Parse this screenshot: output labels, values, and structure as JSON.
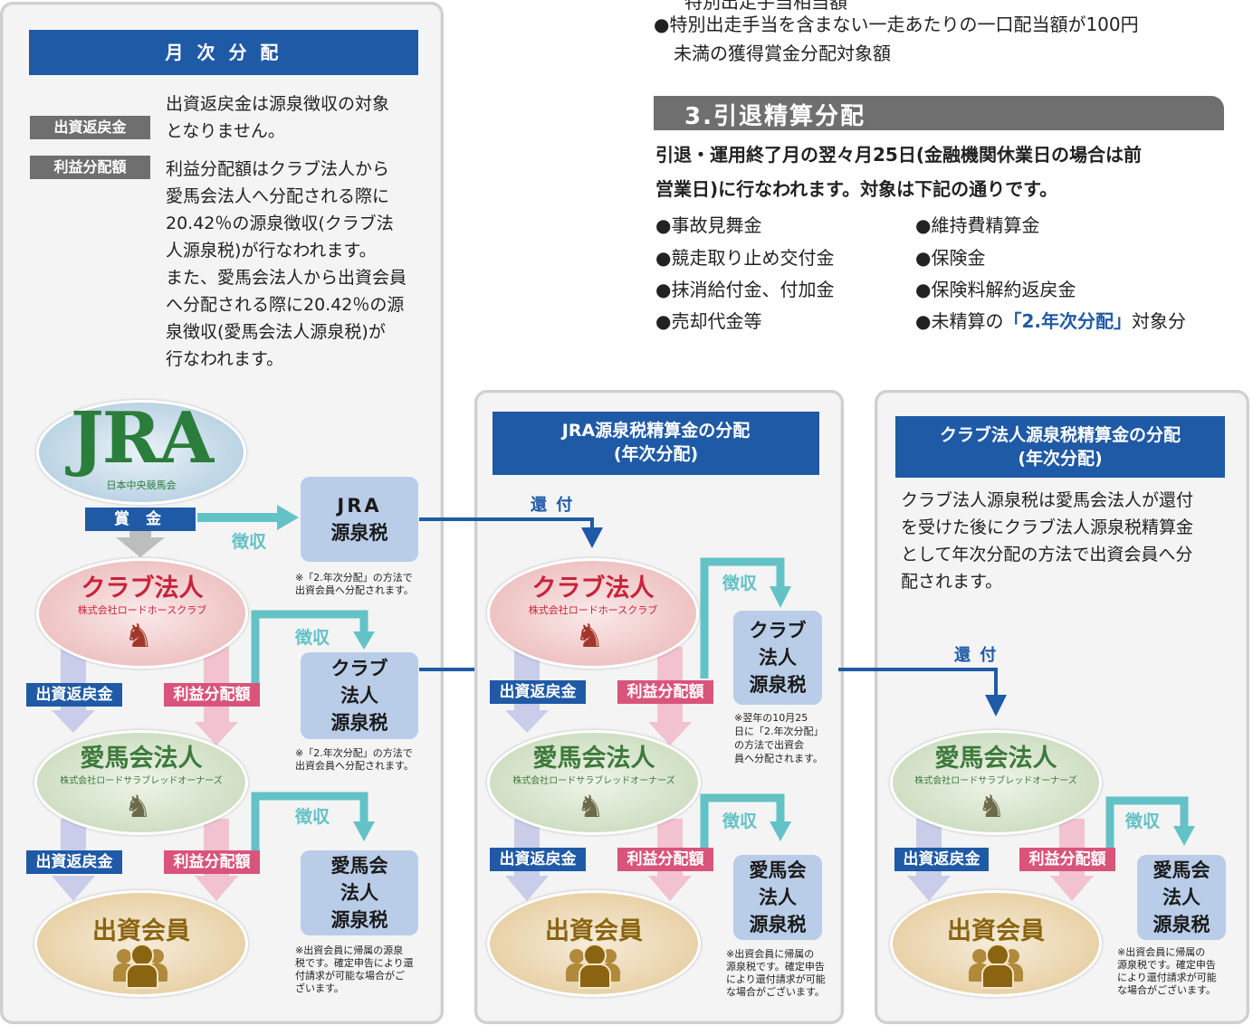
{
  "top_right": {
    "cut_line": "　特別出走手当相当額",
    "bullet1_line1": "●特別出走手当を含まない一走あたりの一口配当額が100円",
    "bullet1_line2": "未満の獲得賞金分配対象額",
    "section_title": "3.引退精算分配",
    "lead_line1": "引退・運用終了月の翌々月25日(金融機関休業日の場合は前",
    "lead_line2": "営業日)に行なわれます。対象は下記の通りです。",
    "items_left": [
      "●事故見舞金",
      "●競走取り止め交付金",
      "●抹消給付金、付加金",
      "●売却代金等"
    ],
    "items_right": [
      "●維持費精算金",
      "●保険金",
      "●保険料解約返戻金"
    ],
    "last_item_prefix": "●未精算の",
    "last_item_highlight": "「2.年次分配」",
    "last_item_suffix": "対象分"
  },
  "panel1": {
    "header": "月 次 分 配",
    "tag1": "出資返戻金",
    "text1": [
      "出資返戻金は源泉徴収の対象",
      "となりません。"
    ],
    "tag2": "利益分配額",
    "text2": [
      "利益分配額はクラブ法人から",
      "愛馬会法人へ分配される際に",
      "20.42％の源泉徴収(クラブ法",
      "人源泉税)が行なわれます。",
      "また、愛馬会法人から出資会員",
      "へ分配される際に20.42％の源",
      "泉徴収(愛馬会法人源泉税)が",
      "行なわれます。"
    ],
    "jra_logo": "JRA",
    "jra_sub": "日本中央競馬会",
    "prize_label": "賞 金",
    "collect1": "徴収",
    "jra_tax_line1": "JRA",
    "jra_tax_line2": "源泉税",
    "jra_tax_note": [
      "※「2.年次分配」の方法で",
      "出資会員へ分配されます。"
    ],
    "club_name": "クラブ法人",
    "club_sub": "株式会社ロードホースクラブ",
    "collect2": "徴収",
    "club_tax": [
      "クラブ",
      "法人",
      "源泉税"
    ],
    "club_tax_note": [
      "※「2.年次分配」の方法で",
      "出資会員へ分配されます。"
    ],
    "label_return1": "出資返戻金",
    "label_profit1": "利益分配額",
    "owners_name": "愛馬会法人",
    "owners_sub": "株式会社ロードサラブレッドオーナーズ",
    "collect3": "徴収",
    "owners_tax": [
      "愛馬会",
      "法人",
      "源泉税"
    ],
    "owners_tax_note": [
      "※出資会員に帰属の源泉",
      "税です。確定申告により還",
      "付請求が可能な場合がご",
      "ざいます。"
    ],
    "label_return2": "出資返戻金",
    "label_profit2": "利益分配額",
    "member_name": "出資会員"
  },
  "panel2": {
    "header_line1": "JRA源泉税精算金の分配",
    "header_line2": "(年次分配)",
    "refund": "還 付",
    "club_name": "クラブ法人",
    "club_sub": "株式会社ロードホースクラブ",
    "collect1": "徴収",
    "club_tax": [
      "クラブ",
      "法人",
      "源泉税"
    ],
    "club_tax_note": [
      "※翌年の10月25",
      "日に「2.年次分配」",
      "の方法で出資会",
      "員へ分配されます。"
    ],
    "label_return1": "出資返戻金",
    "label_profit1": "利益分配額",
    "owners_name": "愛馬会法人",
    "owners_sub": "株式会社ロードサラブレッドオーナーズ",
    "collect2": "徴収",
    "owners_tax": [
      "愛馬会",
      "法人",
      "源泉税"
    ],
    "owners_tax_note": [
      "※出資会員に帰属の",
      "源泉税です。確定申告",
      "により還付請求が可能",
      "な場合がございます。"
    ],
    "label_return2": "出資返戻金",
    "label_profit2": "利益分配額",
    "member_name": "出資会員"
  },
  "panel3": {
    "header_line1": "クラブ法人源泉税精算金の分配",
    "header_line2": "(年次分配)",
    "text": [
      "クラブ法人源泉税は愛馬会法人が還付",
      "を受けた後にクラブ法人源泉税精算金",
      "として年次分配の方法で出資会員へ分",
      "配されます。"
    ],
    "refund": "還 付",
    "owners_name": "愛馬会法人",
    "owners_sub": "株式会社ロードサラブレッドオーナーズ",
    "collect": "徴収",
    "owners_tax": [
      "愛馬会",
      "法人",
      "源泉税"
    ],
    "owners_tax_note": [
      "※出資会員に帰属の",
      "源泉税です。確定申告",
      "により還付請求が可能",
      "な場合がございます。"
    ],
    "label_return": "出資返戻金",
    "label_profit": "利益分配額",
    "member_name": "出資会員"
  },
  "colors": {
    "header_blue": "#1f5aa6",
    "teal": "#63c2c6",
    "pink": "#d9547a",
    "club_red": "#c8233b",
    "owners_green": "#3d7a3c",
    "member_brown": "#8a6410"
  }
}
